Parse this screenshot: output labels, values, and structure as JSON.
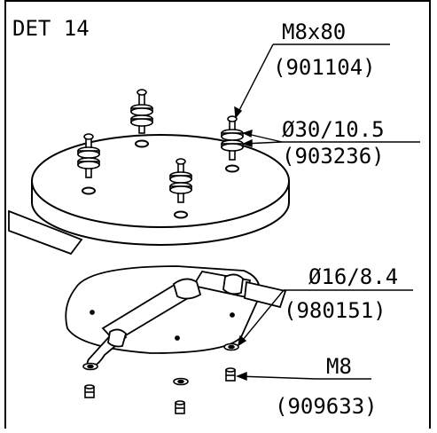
{
  "detail_title": "DET 14",
  "callouts": [
    {
      "top": "M8x80",
      "bottom": "(901104)"
    },
    {
      "top": "Ø30/10.5",
      "bottom": "(903236)"
    },
    {
      "top": "Ø16/8.4",
      "bottom": "(980151)"
    },
    {
      "top": "M8",
      "bottom": "(909633)"
    }
  ]
}
